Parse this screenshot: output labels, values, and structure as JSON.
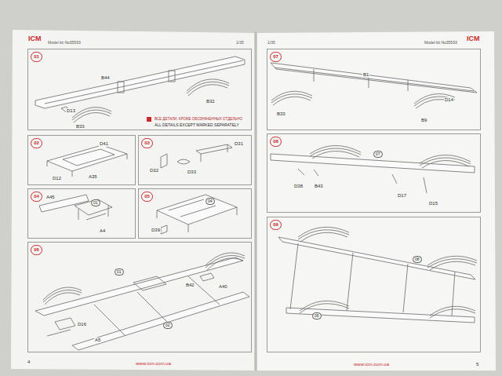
{
  "diagram": {
    "nodes": [
      {
        "text": [
          "01"
        ]
      },
      {
        "text": [
          "02"
        ]
      },
      {
        "text": [
          "03"
        ]
      },
      {
        "text": [
          "04"
        ]
      },
      {
        "text": [
          "05"
        ]
      },
      {
        "text": [
          "06"
        ]
      },
      {
        "text": [
          "07"
        ]
      },
      {
        "text": [
          "08"
        ]
      },
      {
        "text": [
          "09"
        ]
      }
    ],
    "edges": [],
    "labels": [
      "ICM",
      "Model kit No35593",
      "1/35",
      "1/35",
      "Model kit No35593",
      "ICM",
      "B44",
      "D13",
      "B33",
      "B32",
      "D41",
      "D12",
      "A35",
      "D31",
      "D32",
      "D33",
      "A45",
      "01",
      "A4",
      "04",
      "D39",
      "01",
      "B42",
      "A40",
      "D16",
      "A5",
      "02",
      "B1",
      "B33",
      "D14",
      "B9",
      "07",
      "D38",
      "B43",
      "D17",
      "D15",
      "08",
      "06",
      "ВСЕ ДЕТАЛИ, КРОМЕ ОБОЗНАЧЕННЫХ ОТДЕЛЬНО",
      "ALL DETAILS EXCEPT MARKED SEPARATELY",
      "4",
      "www.icm.com.ua",
      "www.icm.com.ua",
      "5"
    ]
  }
}
